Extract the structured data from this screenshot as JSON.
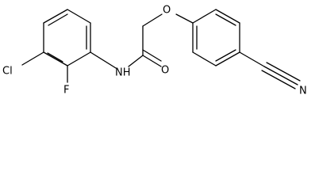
{
  "molecule": {
    "atoms": {
      "chlorine": "Cl",
      "fluorine": "F",
      "amide_nitrogen": "NH",
      "carbonyl_oxygen": "O",
      "ether_oxygen": "O",
      "nitrile_nitrogen": "N"
    }
  },
  "colors": {
    "bond": "#000000",
    "background": "#ffffff"
  }
}
